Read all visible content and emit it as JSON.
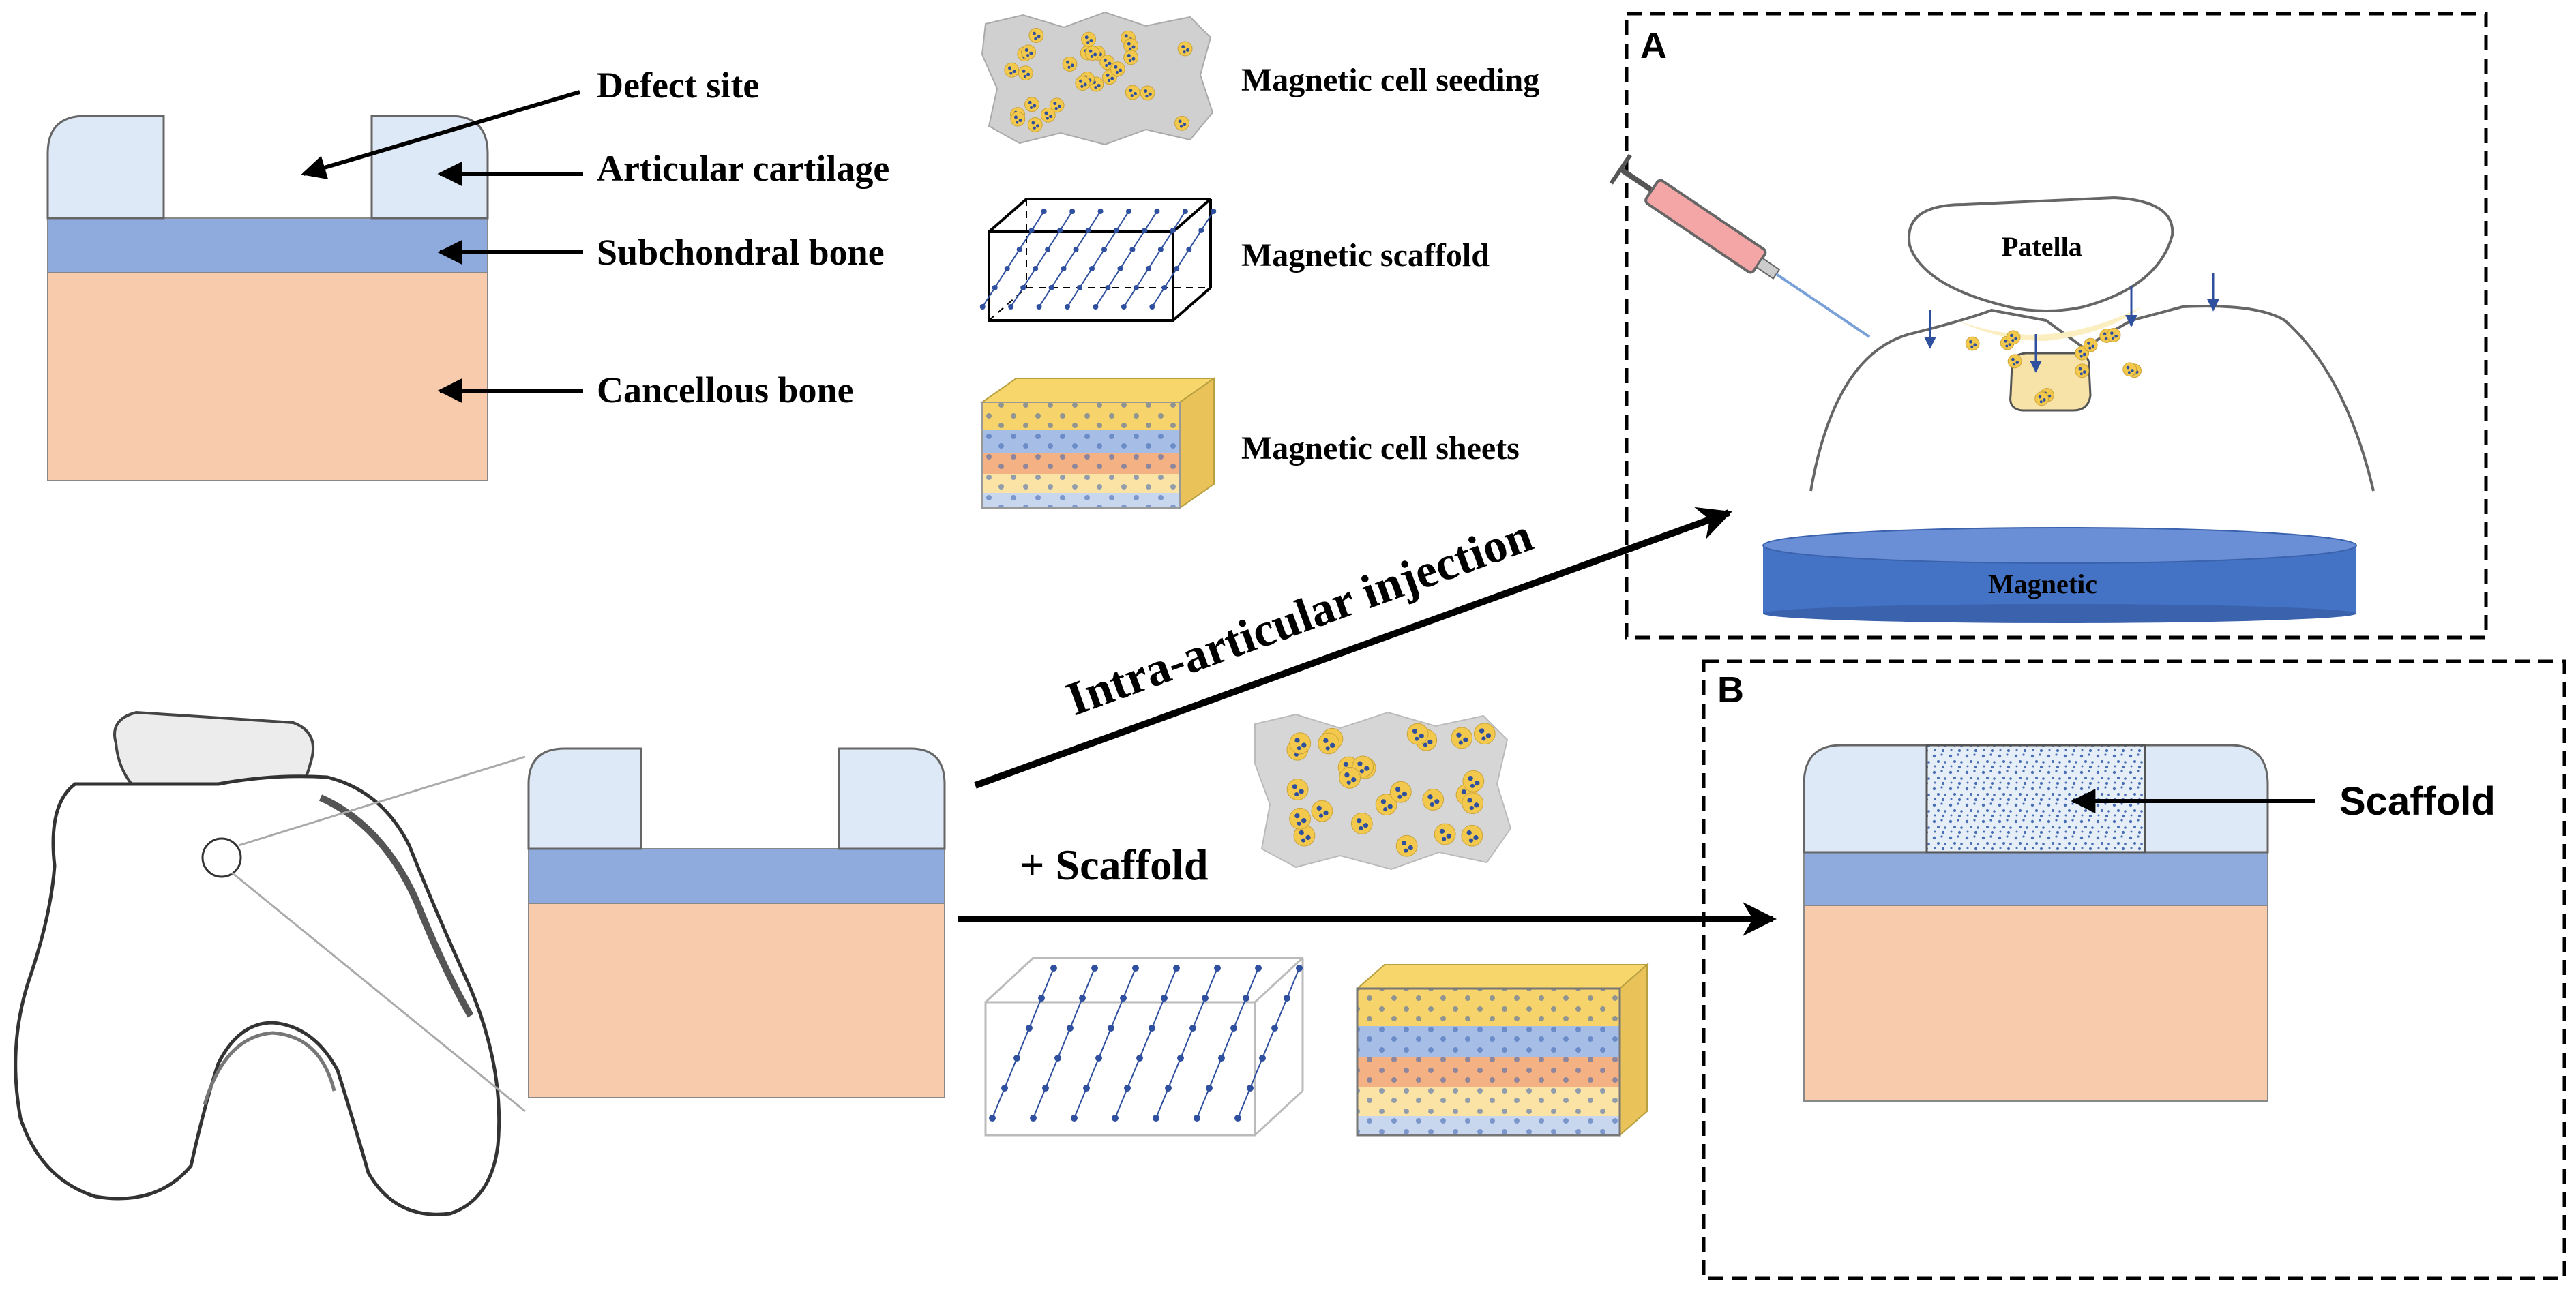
{
  "labels": {
    "defect_site": "Defect site",
    "articular_cartilage": "Articular cartilage",
    "subchondral_bone": "Subchondral bone",
    "cancellous_bone": "Cancellous bone"
  },
  "legend": {
    "cell_seeding": "Magnetic cell seeding",
    "scaffold": "Magnetic scaffold",
    "cell_sheets": "Magnetic cell sheets"
  },
  "panel_a": {
    "letter": "A",
    "patella": "Patella",
    "magnet": "Magnetic"
  },
  "panel_b": {
    "letter": "B",
    "scaffold": "Scaffold"
  },
  "routes": {
    "injection": "Intra-articular injection",
    "scaffold": "+ Scaffold"
  },
  "colors": {
    "cartilage": "#dde9f6",
    "subchondral": "#8faadc",
    "cancellous": "#f8cbad",
    "cells": "#f2c94c",
    "cell_dot": "#2f4f9f",
    "magnet": "#4472c4",
    "syringe": "#f4a6a6"
  }
}
